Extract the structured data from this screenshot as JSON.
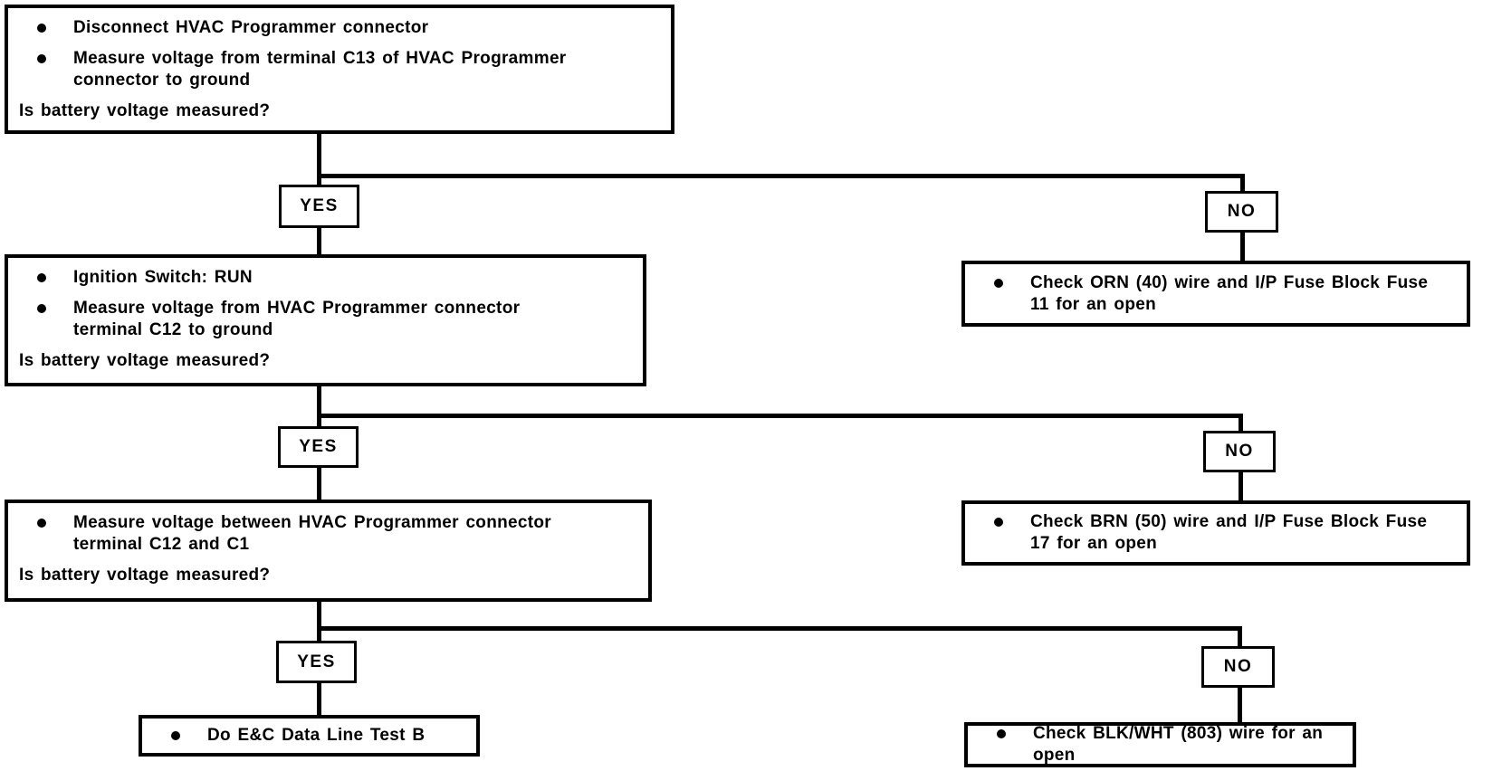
{
  "flowchart": {
    "colors": {
      "line": "#000000",
      "text": "#000000",
      "box_background": "#ffffff",
      "page_background": "#ffffff"
    },
    "decision_labels": {
      "yes": "YES",
      "no": "NO"
    },
    "steps": [
      {
        "bullets": [
          "Disconnect HVAC Programmer connector",
          "Measure voltage from terminal C13 of HVAC Programmer connector to ground"
        ],
        "question": "Is battery voltage measured?",
        "no_action": "Check ORN (40) wire and I/P Fuse Block Fuse 11 for an open"
      },
      {
        "bullets": [
          "Ignition Switch: RUN",
          "Measure voltage from HVAC Programmer connector terminal C12 to ground"
        ],
        "question": "Is battery voltage measured?",
        "no_action": "Check BRN (50) wire and I/P Fuse Block Fuse 17 for an open"
      },
      {
        "bullets": [
          "Measure voltage between HVAC Programmer connector terminal C12 and C1"
        ],
        "question": "Is battery voltage measured?",
        "no_action": "Check BLK/WHT (803) wire for an open"
      }
    ],
    "final_yes_action": "Do E&C Data Line Test B"
  }
}
